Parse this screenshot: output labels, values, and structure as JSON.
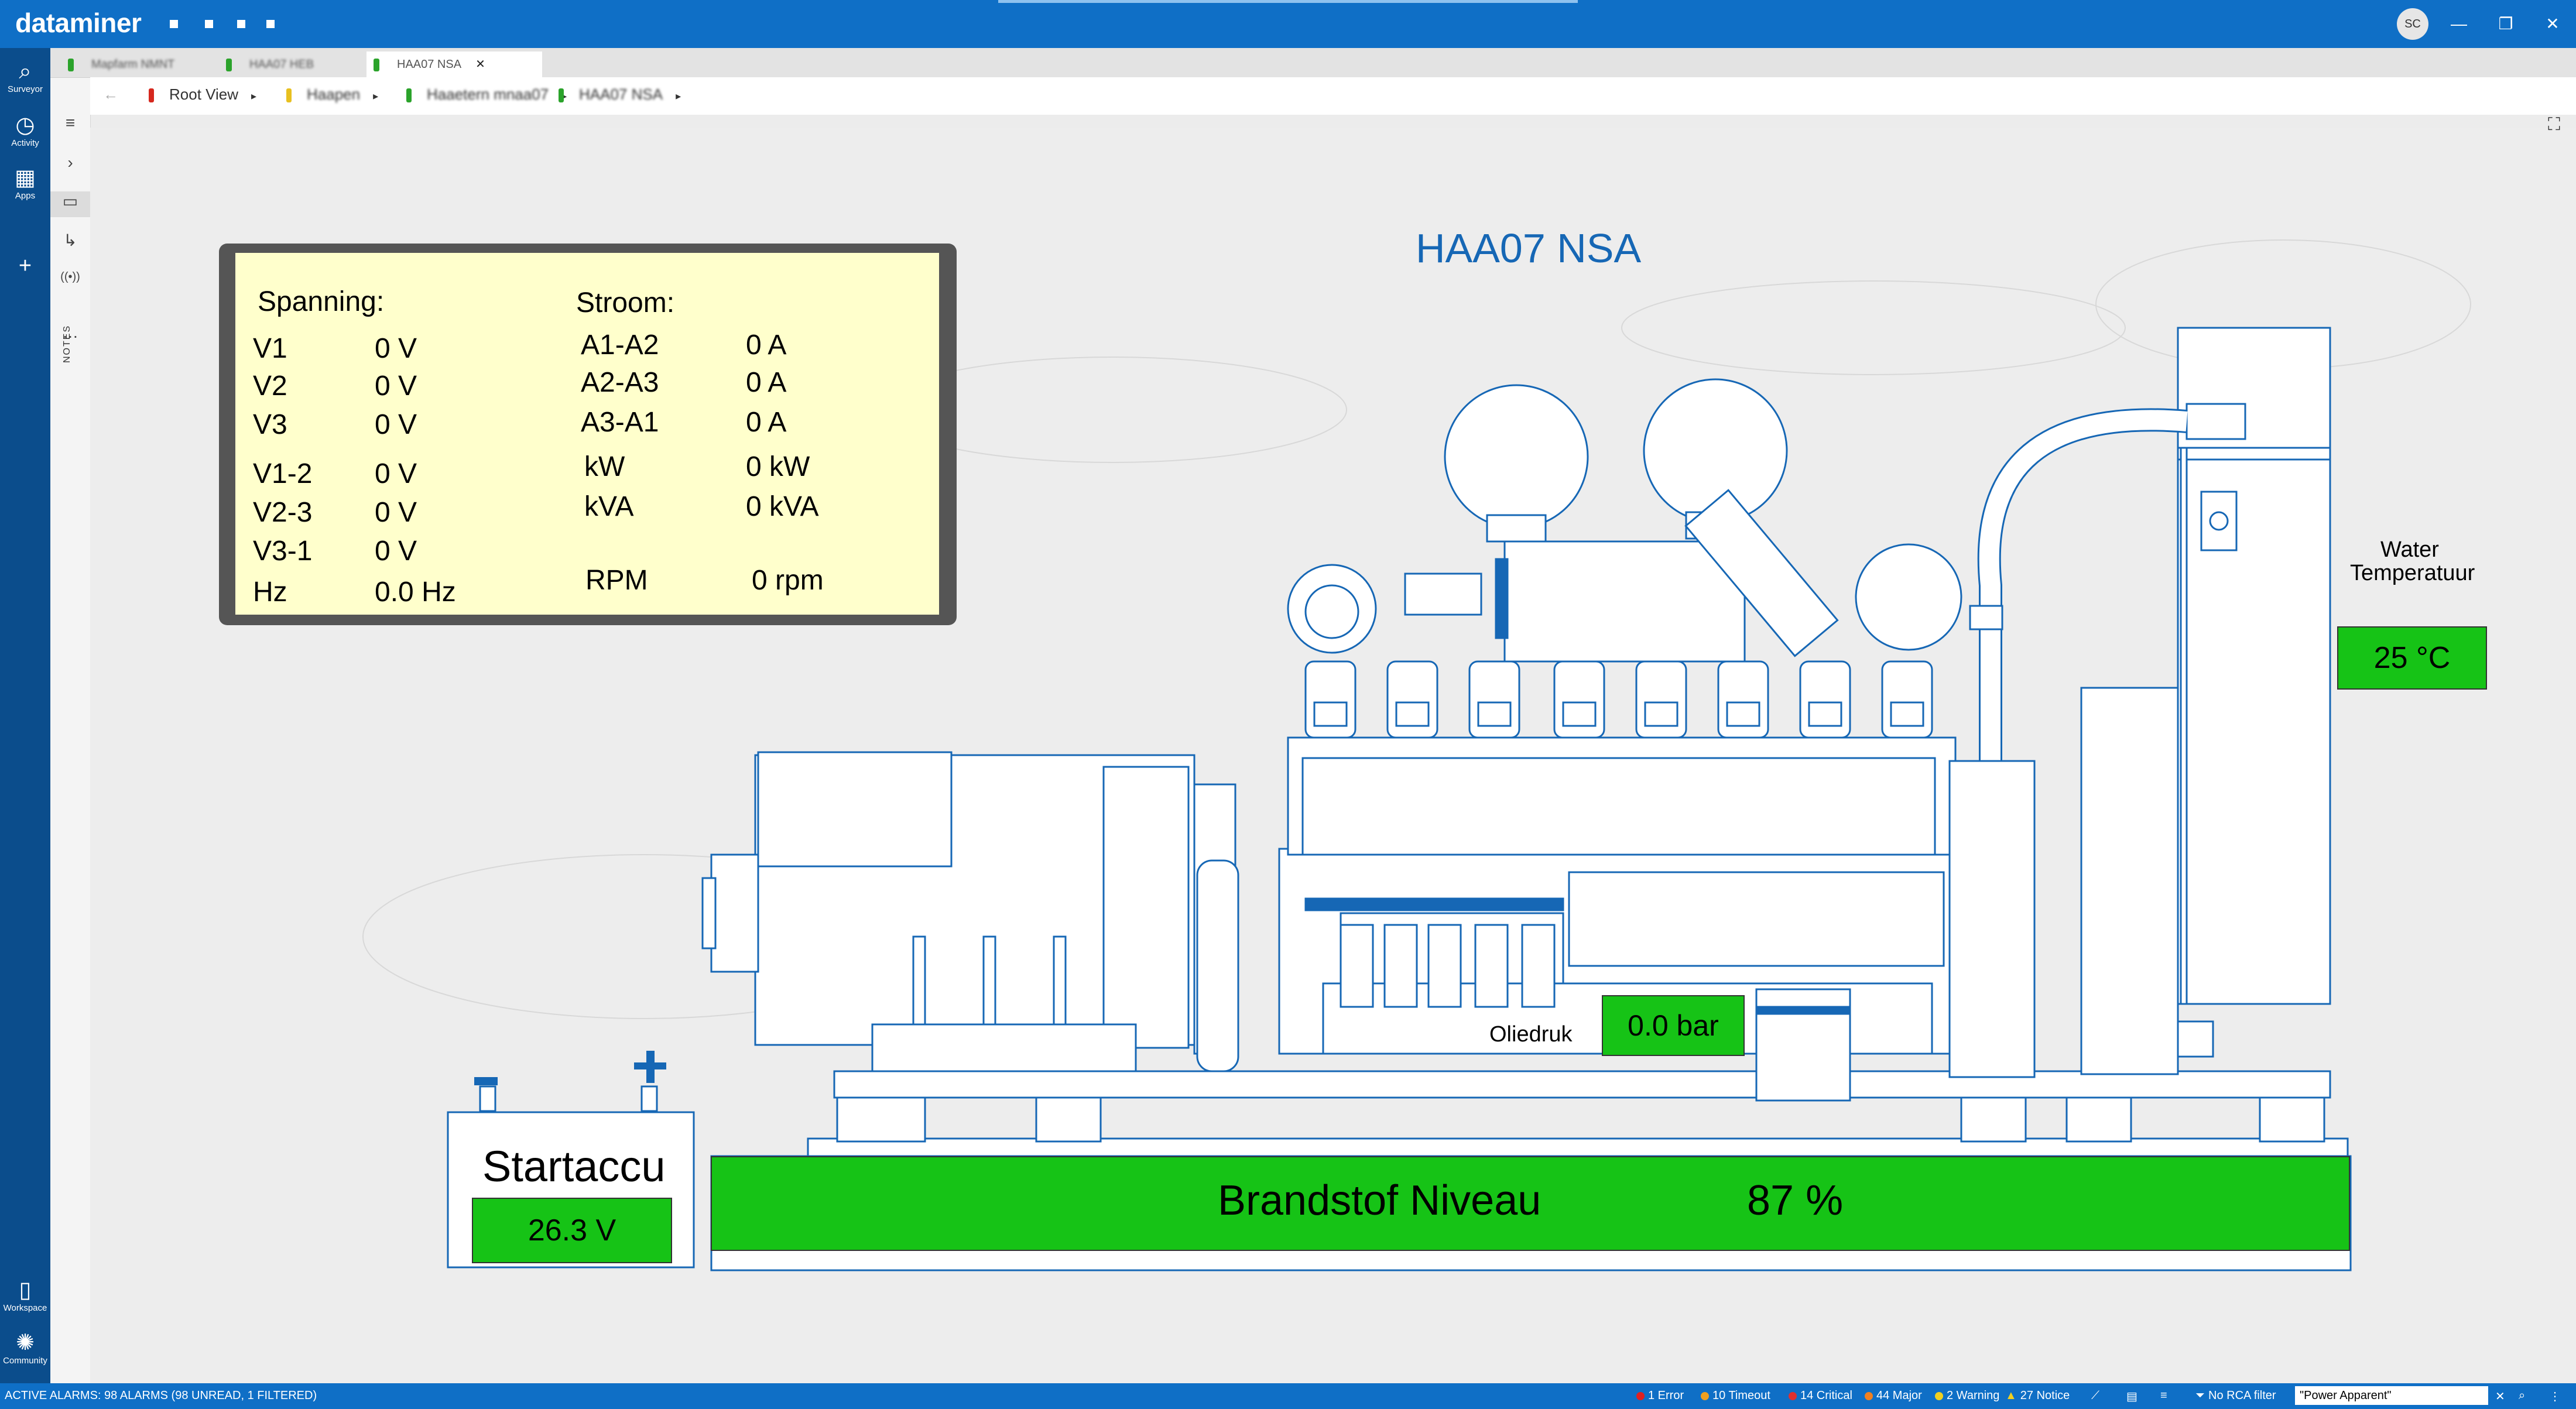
{
  "app": {
    "brand": "dataminer",
    "avatar_initials": "SC",
    "window_buttons": [
      "—",
      "❐",
      "✕"
    ]
  },
  "nav": {
    "items": [
      {
        "label": "Surveyor",
        "icon": "surveyor-icon"
      },
      {
        "label": "Activity",
        "icon": "activity-icon"
      },
      {
        "label": "Apps",
        "icon": "apps-icon"
      }
    ],
    "bottom": [
      {
        "label": "Workspace",
        "icon": "workspace-icon"
      },
      {
        "label": "Community",
        "icon": "community-icon"
      }
    ],
    "notes_label": "NOTES"
  },
  "tabs": [
    {
      "label": "Mapfarm NMNT",
      "status": "#2ba32b"
    },
    {
      "label": "HAA07 HEB",
      "status": "#2ba32b"
    },
    {
      "label": "HAA07 NSA",
      "status": "#2ba32b",
      "active": true
    }
  ],
  "breadcrumb": [
    {
      "label": "Root View",
      "status": "#d6281e"
    },
    {
      "label": "Haapen",
      "status": "#e8c020"
    },
    {
      "label": "Haaetern mnaa07",
      "status": "#2ba32b"
    },
    {
      "label": "HAA07 NSA",
      "status": "#2ba32b"
    }
  ],
  "page": {
    "title": "HAA07 NSA"
  },
  "info": {
    "spanning_header": "Spanning:",
    "stroom_header": "Stroom:",
    "left_rows": [
      {
        "label": "V1",
        "value": "0 V"
      },
      {
        "label": "V2",
        "value": "0 V"
      },
      {
        "label": "V3",
        "value": "0 V"
      },
      {
        "label": "V1-2",
        "value": "0 V"
      },
      {
        "label": "V2-3",
        "value": "0 V"
      },
      {
        "label": "V3-1",
        "value": "0 V"
      },
      {
        "label": "Hz",
        "value": "0.0 Hz"
      }
    ],
    "right_rows": [
      {
        "label": "A1-A2",
        "value": "0 A"
      },
      {
        "label": "A2-A3",
        "value": "0 A"
      },
      {
        "label": "A3-A1",
        "value": "0 A"
      },
      {
        "label": "kW",
        "value": "0 kW"
      },
      {
        "label": "kVA",
        "value": "0 kVA"
      },
      {
        "label": "RPM",
        "value": "0 rpm"
      }
    ]
  },
  "water": {
    "label_line1": "Water",
    "label_line2": "Temperatuur",
    "value": "25 °C"
  },
  "oil": {
    "label": "Oliedruk",
    "value": "0.0 bar"
  },
  "battery": {
    "label": "Startaccu",
    "value": "26.3 V",
    "minus": "−",
    "plus": "+"
  },
  "fuel": {
    "label": "Brandstof Niveau",
    "value": "87 %",
    "percent": 87
  },
  "colors": {
    "ok_green": "#16c316",
    "line_blue": "#1667b5"
  },
  "statusbar": {
    "alarms": "ACTIVE ALARMS: 98 ALARMS (98 UNREAD, 1 FILTERED)",
    "error": "1 Error",
    "timeout": "10 Timeout",
    "critical": "14 Critical",
    "major": "44 Major",
    "warning": "2 Warning",
    "notice": "27 Notice",
    "rca": "No RCA filter",
    "filter": "\"Power Apparent\""
  }
}
